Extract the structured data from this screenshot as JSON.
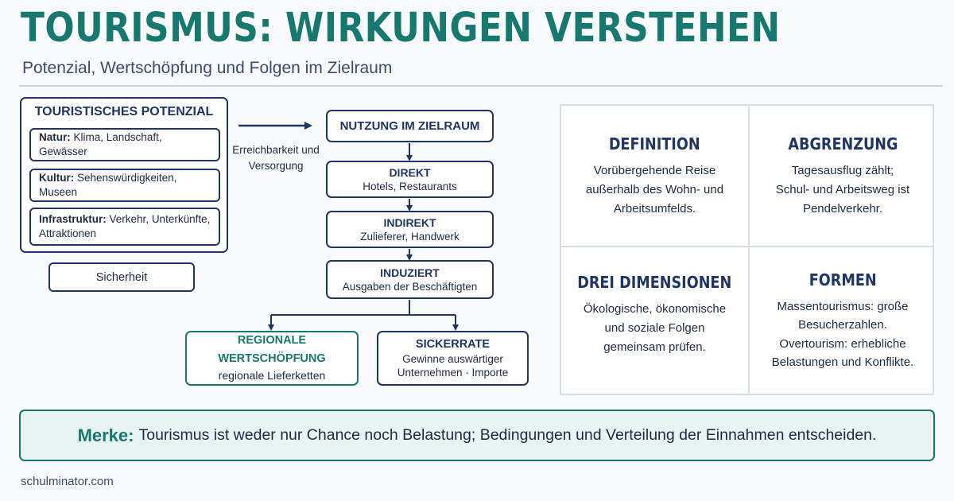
{
  "header": {
    "title": "TOURISMUS: WIRKUNGEN VERSTEHEN",
    "subtitle": "Potenzial, Wertschöpfung und Folgen im Zielraum"
  },
  "potential": {
    "heading": "TOURISTISCHES POTENZIAL",
    "items": [
      {
        "label": "Natur:",
        "text": "Klima, Landschaft, Gewässer"
      },
      {
        "label": "Kultur:",
        "text": "Sehenswürdigkeiten, Museen"
      },
      {
        "label": "Infrastruktur:",
        "text": "Verkehr, Unterkünfte, Attraktionen"
      }
    ],
    "extra": "Sicherheit"
  },
  "connector_label": "Erreichbarkeit und Versorgung",
  "flow": {
    "usage": "NUTZUNG IM ZIELRAUM",
    "steps": [
      {
        "heading": "DIREKT",
        "text": "Hotels, Restaurants"
      },
      {
        "heading": "INDIREKT",
        "text": "Zulieferer, Handwerk"
      },
      {
        "heading": "INDUZIERT",
        "text": "Ausgaben der Beschäftigten"
      }
    ],
    "outcomes": [
      {
        "heading": "REGIONALE WERTSCHÖPFUNG",
        "text": "regionale Lieferketten"
      },
      {
        "heading": "SICKERRATE",
        "text": "Gewinne auswärtiger Unternehmen · Importe"
      }
    ]
  },
  "cards": [
    {
      "heading": "DEFINITION",
      "text": "Vorübergehende Reise außerhalb des Wohn- und Arbeitsumfelds."
    },
    {
      "heading": "ABGRENZUNG",
      "text": "Tagesausflug zählt; Schul- und Arbeitsweg ist Pendelverkehr."
    },
    {
      "heading": "DREI DIMENSIONEN",
      "text": "Ökologische, ökonomische und soziale Folgen gemeinsam prüfen."
    },
    {
      "heading": "FORMEN",
      "text": "Massentourismus: große Besucherzahlen. Overtourism: erhebliche Belastungen und Konflikte."
    }
  ],
  "note": {
    "label": "Merke:",
    "text": "Tourismus ist weder nur Chance noch Belastung; Bedingungen und Verteilung der Einnahmen entscheiden."
  },
  "footer": "schulminator.com",
  "colors": {
    "accent": "#16786e",
    "navy": "#1f3565",
    "note_bg": "#e8f4f1"
  }
}
